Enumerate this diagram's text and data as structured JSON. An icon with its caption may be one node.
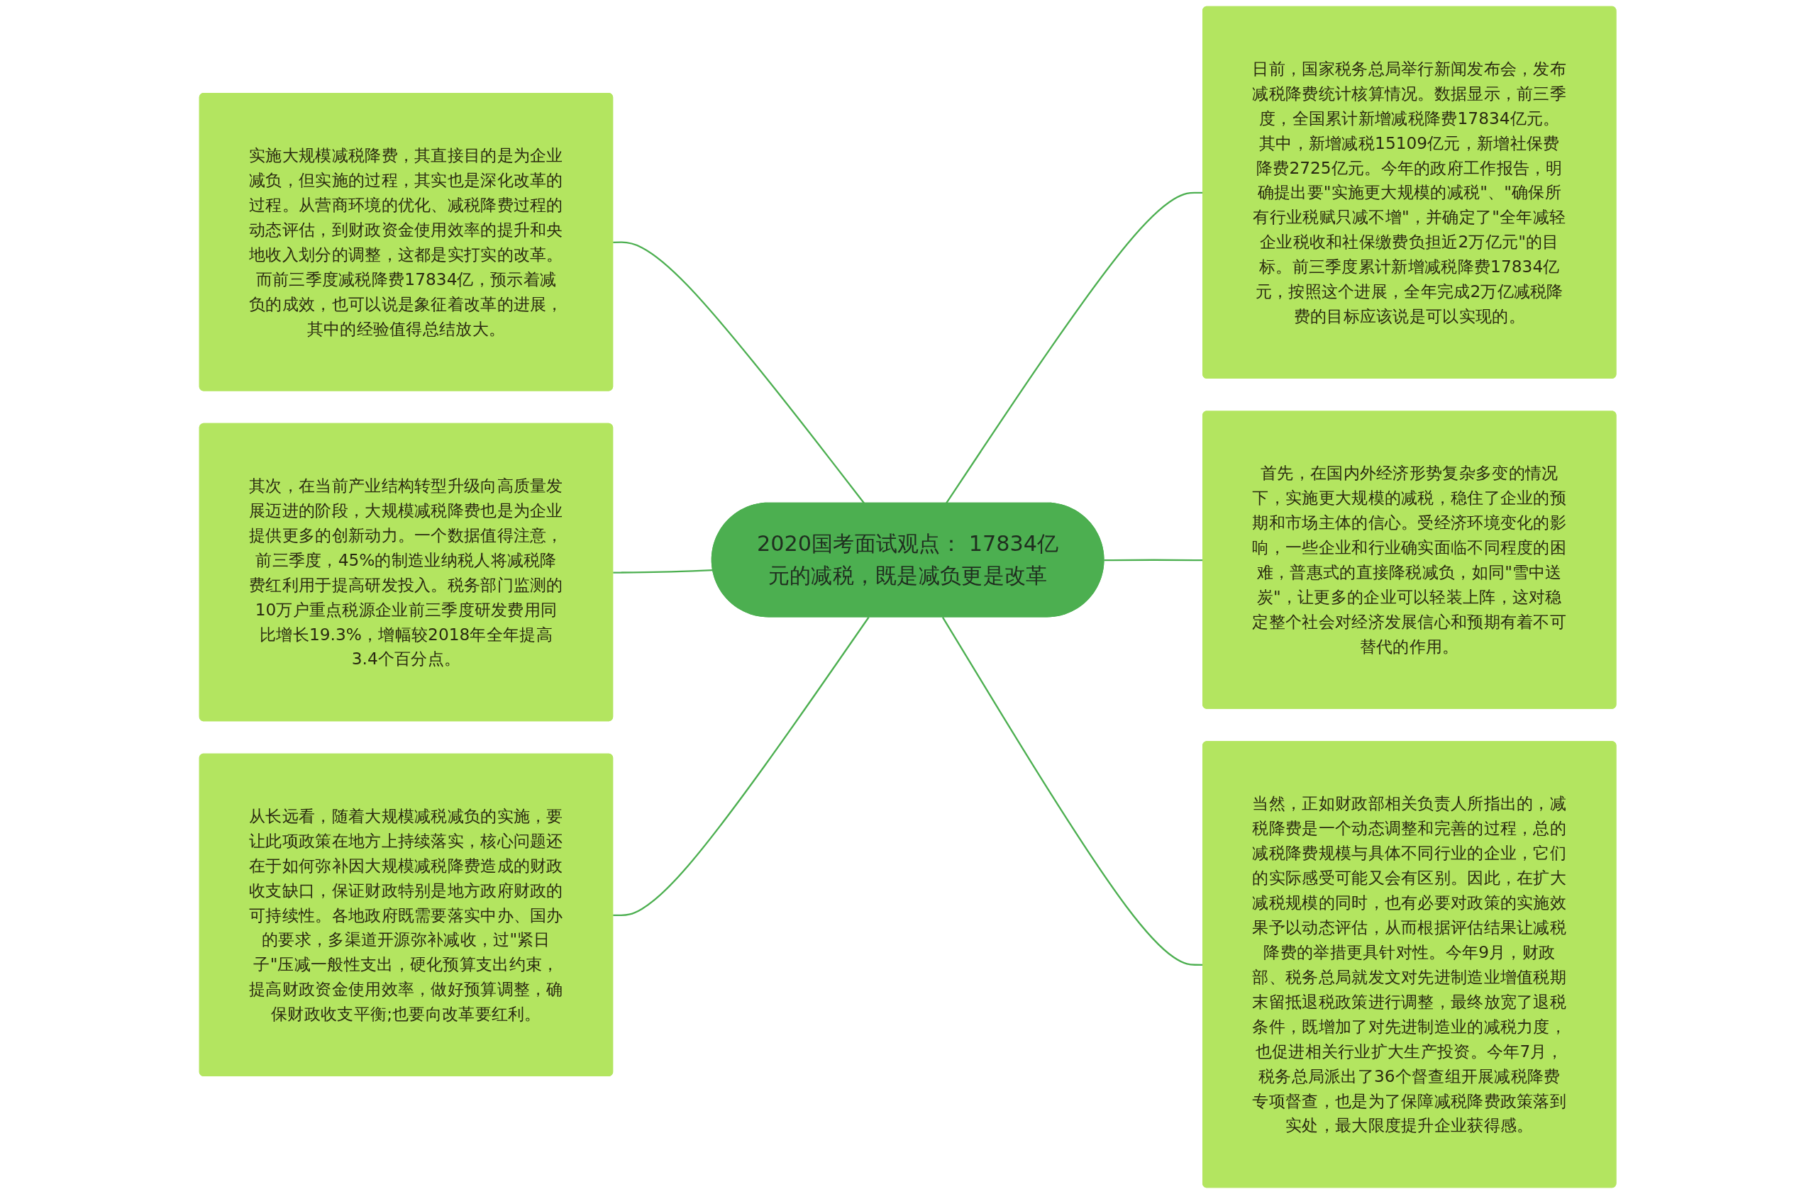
{
  "diagram": {
    "nodes": [
      {
        "text": [
          "2020国考面试观点： 17834亿元的减税，既是减负更是改革"
        ]
      },
      {
        "text": [
          "日前，国家税务总局举行新闻发布会，发布减税降费统计核算情况。数据显示，前三季度，全国累计新增减税降费17834亿元。其中，新增减税15109亿元，新增社保费降费2725亿元。今年的政府工作报告，明确提出要\"实施更大规模的减税\"、\"确保所有行业税赋只减不增\"，并确定了\"全年减轻企业税收和社保缴费负担近2万亿元\"的目标。前三季度累计新增减税降费17834亿元，按照这个进展，全年完成2万亿减税降费的目标应该说是可以实现的。"
        ]
      },
      {
        "text": [
          "首先，在国内外经济形势复杂多变的情况下，实施更大规模的减税，稳住了企业的预期和市场主体的信心。受经济环境变化的影响，一些企业和行业确实面临不同程度的困难，普惠式的直接降税减负，如同\"雪中送炭\"，让更多的企业可以轻装上阵，这对稳定整个社会对经济发展信心和预期有着不可替代的作用。"
        ]
      },
      {
        "text": [
          "当然，正如财政部相关负责人所指出的，减税降费是一个动态调整和完善的过程，总的减税降费规模与具体不同行业的企业，它们的实际感受可能又会有区别。因此，在扩大减税规模的同时，也有必要对政策的实施效果予以动态评估，从而根据评估结果让减税降费的举措更具针对性。今年9月，财政部、税务总局就发文对先进制造业增值税期末留抵退税政策进行调整，最终放宽了退税条件，既增加了对先进制造业的减税力度，也促进相关行业扩大生产投资。今年7月，税务总局派出了36个督查组开展减税降费专项督查，也是为了保障减税降费政策落到实处，最大限度提升企业获得感。"
        ]
      },
      {
        "text": [
          "实施大规模减税降费，其直接目的是为企业减负，但实施的过程，其实也是深化改革的过程。从营商环境的优化、减税降费过程的动态评估，到财政资金使用效率的提升和央地收入划分的调整，这都是实打实的改革。而前三季度减税降费17834亿，预示着减负的成效，也可以说是象征着改革的进展，其中的经验值得总结放大。"
        ]
      },
      {
        "text": [
          "其次，在当前产业结构转型升级向高质量发展迈进的阶段，大规模减税降费也是为企业提供更多的创新动力。一个数据值得注意，前三季度，45%的制造业纳税人将减税降费红利用于提高研发投入。税务部门监测的10万户重点税源企业前三季度研发费用同比增长19.3%，增幅较2018年全年提高3.4个百分点。"
        ]
      },
      {
        "text": [
          "从长远看，随着大规模减税减负的实施，要让此项政策在地方上持续落实，核心问题还在于如何弥补因大规模减税降费造成的财政收支缺口，保证财政特别是地方政府财政的可持续性。各地政府既需要落实中办、国办的要求，多渠道开源弥补减收，过\"紧日子\"压减一般性支出，硬化预算支出约束，提高财政资金使用效率，做好预算调整，确保财政收支平衡;也要向改革要红利。"
        ]
      }
    ],
    "edges": [
      {
        "from": 0,
        "to": 1,
        "arrow": "none"
      },
      {
        "from": 0,
        "to": 2,
        "arrow": "none"
      },
      {
        "from": 0,
        "to": 3,
        "arrow": "none"
      },
      {
        "from": 0,
        "to": 4,
        "arrow": "none"
      },
      {
        "from": 0,
        "to": 5,
        "arrow": "none"
      },
      {
        "from": 0,
        "to": 6,
        "arrow": "none"
      }
    ]
  }
}
